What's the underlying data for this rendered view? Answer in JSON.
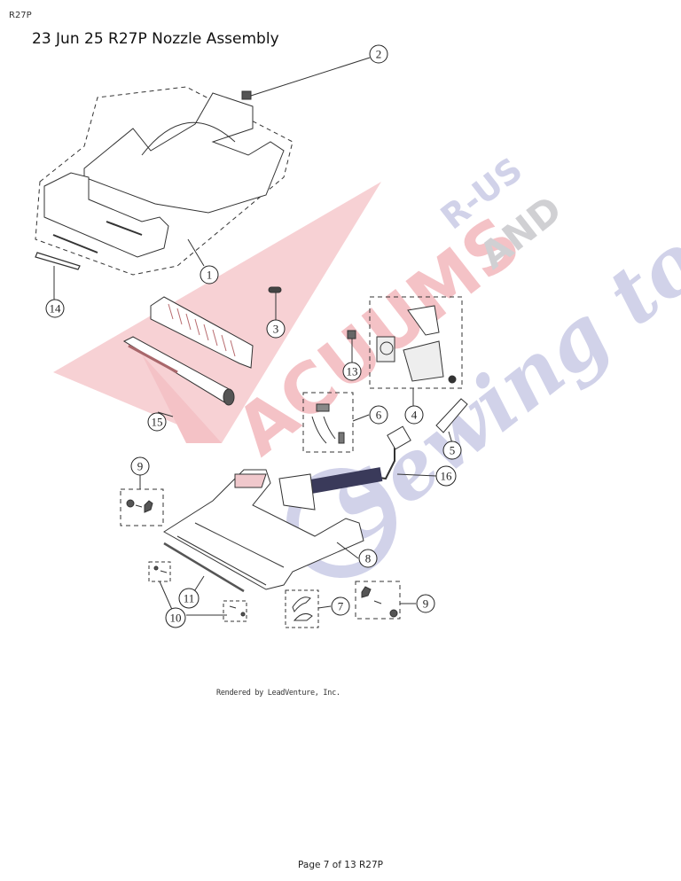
{
  "header": {
    "model": "R27P"
  },
  "title": "23 Jun 25 R27P Nozzle Assembly",
  "diagram": {
    "credit": "Rendered by LeadVenture, Inc.",
    "watermark": {
      "line1": "VACUUMS",
      "line2": "R-US",
      "line3": "AND",
      "line4": "Sewing too",
      "colors": {
        "red": "#f3b8bd",
        "gray": "#c8c8cc",
        "blue": "#c9cbe6"
      }
    },
    "callouts": [
      {
        "id": "1",
        "label": "1"
      },
      {
        "id": "2",
        "label": "2"
      },
      {
        "id": "3",
        "label": "3"
      },
      {
        "id": "4",
        "label": "4"
      },
      {
        "id": "5",
        "label": "5"
      },
      {
        "id": "6",
        "label": "6"
      },
      {
        "id": "7",
        "label": "7"
      },
      {
        "id": "8",
        "label": "8"
      },
      {
        "id": "9a",
        "label": "9"
      },
      {
        "id": "9b",
        "label": "9"
      },
      {
        "id": "10",
        "label": "10"
      },
      {
        "id": "11",
        "label": "11"
      },
      {
        "id": "13",
        "label": "13"
      },
      {
        "id": "14",
        "label": "14"
      },
      {
        "id": "15",
        "label": "15"
      },
      {
        "id": "16",
        "label": "16"
      }
    ]
  },
  "footer": {
    "page": "Page 7 of 13 R27P"
  }
}
